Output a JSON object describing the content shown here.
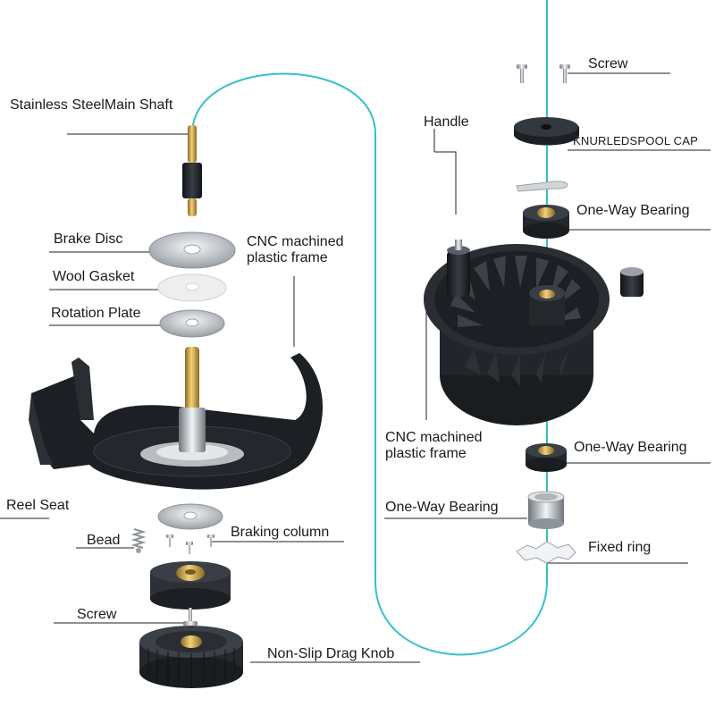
{
  "labels": {
    "main_shaft": "Stainless SteelMain Shaft",
    "brake_disc": "Brake Disc",
    "wool_gasket": "Wool Gasket",
    "rotation_plate": "Rotation Plate",
    "cnc_frame_left": "CNC machined plastic frame",
    "reel_seat": "Reel Seat",
    "bead": "Bead",
    "braking_column": "Braking column",
    "screw_left": "Screw",
    "drag_knob": "Non-Slip Drag Knob",
    "screw_right": "Screw",
    "handle": "Handle",
    "spool_cap": "KNURLEDSPOOL CAP",
    "bearing_top": "One-Way Bearing",
    "cnc_frame_right": "CNC machined plastic frame",
    "bearing_mid": "One-Way Bearing",
    "bearing_low": "One-Way Bearing",
    "fixed_ring": "Fixed ring"
  },
  "colors": {
    "fly_line": "#35c1c7",
    "leader_line": "#222222",
    "reel_black": "#1f2226",
    "brass": "#c9a14a",
    "steel": "#c8ccd1"
  }
}
